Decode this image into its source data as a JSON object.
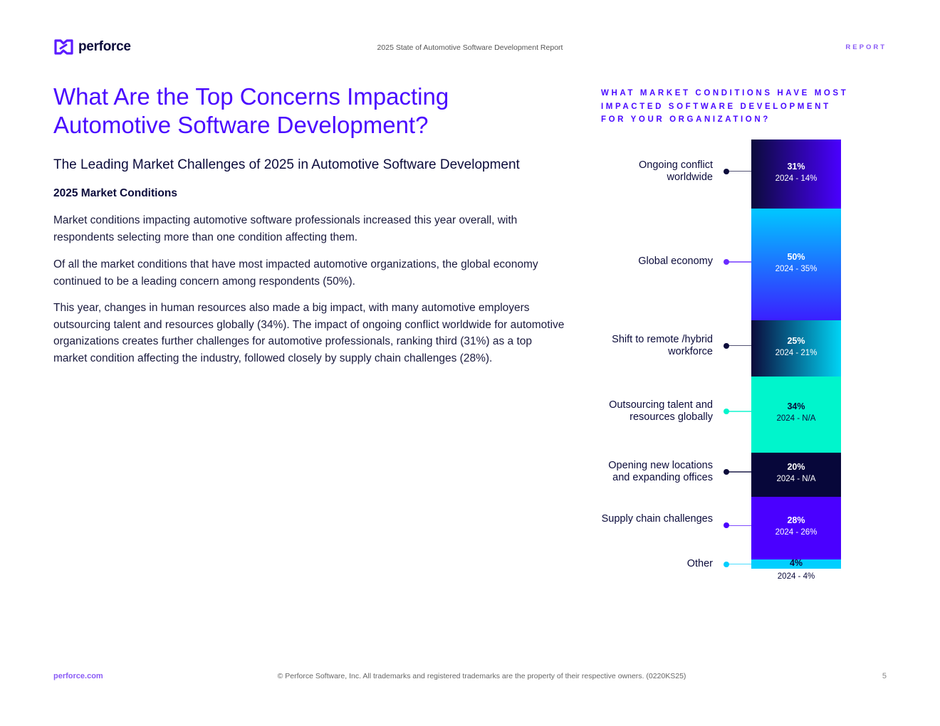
{
  "header": {
    "logo_text": "perforce",
    "report_title": "2025 State of Automotive Software Development Report",
    "tag": "REPORT"
  },
  "main": {
    "title": "What Are the Top Concerns Impacting Automotive Software Development?",
    "subtitle": "The Leading Market Challenges of 2025 in Automotive Software Development",
    "section_heading": "2025 Market Conditions",
    "paragraphs": [
      "Market conditions impacting automotive software professionals increased this year overall, with respondents selecting more than one condition affecting them.",
      "Of all the market conditions that have most impacted automotive organizations, the global economy continued to be a leading concern among respondents (50%).",
      "This year, changes in human resources also made a big impact, with many automotive employers outsourcing talent and resources globally (34%).  The impact of ongoing conflict worldwide for automotive organizations creates further challenges for automotive professionals, ranking third (31%) as a top market condition affecting the industry, followed closely by supply chain challenges (28%)."
    ]
  },
  "chart_data": {
    "type": "bar",
    "title": "WHAT MARKET CONDITIONS HAVE MOST IMPACTED SOFTWARE DEVELOPMENT FOR YOUR ORGANIZATION?",
    "categories": [
      "Ongoing conflict worldwide",
      "Global economy",
      "Shift to remote /hybrid workforce",
      "Outsourcing talent and resources globally",
      "Opening new locations and expanding offices",
      "Supply chain challenges",
      "Other"
    ],
    "values": [
      31,
      50,
      25,
      34,
      20,
      28,
      4
    ],
    "value_labels": [
      "31%",
      "50%",
      "25%",
      "34%",
      "20%",
      "28%",
      "4%"
    ],
    "prior_labels": [
      "2024 - 14%",
      "2024 - 35%",
      "2024 - 21%",
      "2024 - N/A",
      "2024 - N/A",
      "2024 - 26%",
      "2024 - 4%"
    ],
    "prior_values_2024": [
      14,
      35,
      21,
      null,
      null,
      26,
      4
    ],
    "colors": [
      "linear-gradient(90deg,#0b0b3b,#4a00ff)",
      "linear-gradient(180deg,#00c8ff,#3a1fff)",
      "linear-gradient(90deg,#0b0b3b,#00d4f5)",
      "#00f5cc",
      "#07073a",
      "#4a00ff",
      "#00cfff"
    ],
    "dot_colors": [
      "#0b0b3b",
      "#6a2bff",
      "#0b0b3b",
      "#00f5cc",
      "#0b0b3b",
      "#4a00ff",
      "#00cfff"
    ],
    "text_dark": [
      false,
      false,
      false,
      true,
      false,
      false,
      true
    ],
    "unit": "%"
  },
  "footer": {
    "site": "perforce.com",
    "copyright": "© Perforce Software, Inc. All trademarks and registered trademarks are the property of their respective owners. (0220KS25)",
    "page": "5"
  }
}
